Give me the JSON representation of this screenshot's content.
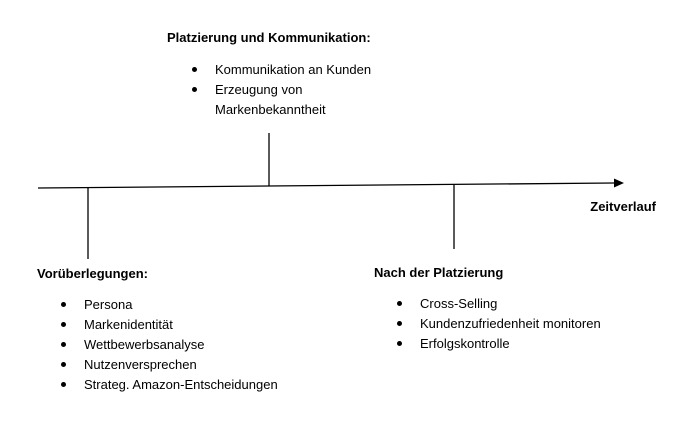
{
  "diagram": {
    "axis_label": "Zeitverlauf",
    "phases": [
      {
        "title": "Vorüberlegungen:",
        "items": [
          "Persona",
          "Markenidentität",
          "Wettbewerbsanalyse",
          "Nutzenversprechen",
          "Strateg. Amazon-Entscheidungen"
        ]
      },
      {
        "title": "Platzierung und Kommunikation:",
        "items": [
          "Kommunikation an Kunden",
          "Erzeugung von Markenbekanntheit"
        ]
      },
      {
        "title": "Nach der Platzierung",
        "items": [
          "Cross-Selling",
          "Kundenzufriedenheit monitoren",
          "Erfolgskontrolle"
        ]
      }
    ],
    "colors": {
      "line": "#000000",
      "text": "#000000",
      "background": "#ffffff"
    }
  }
}
